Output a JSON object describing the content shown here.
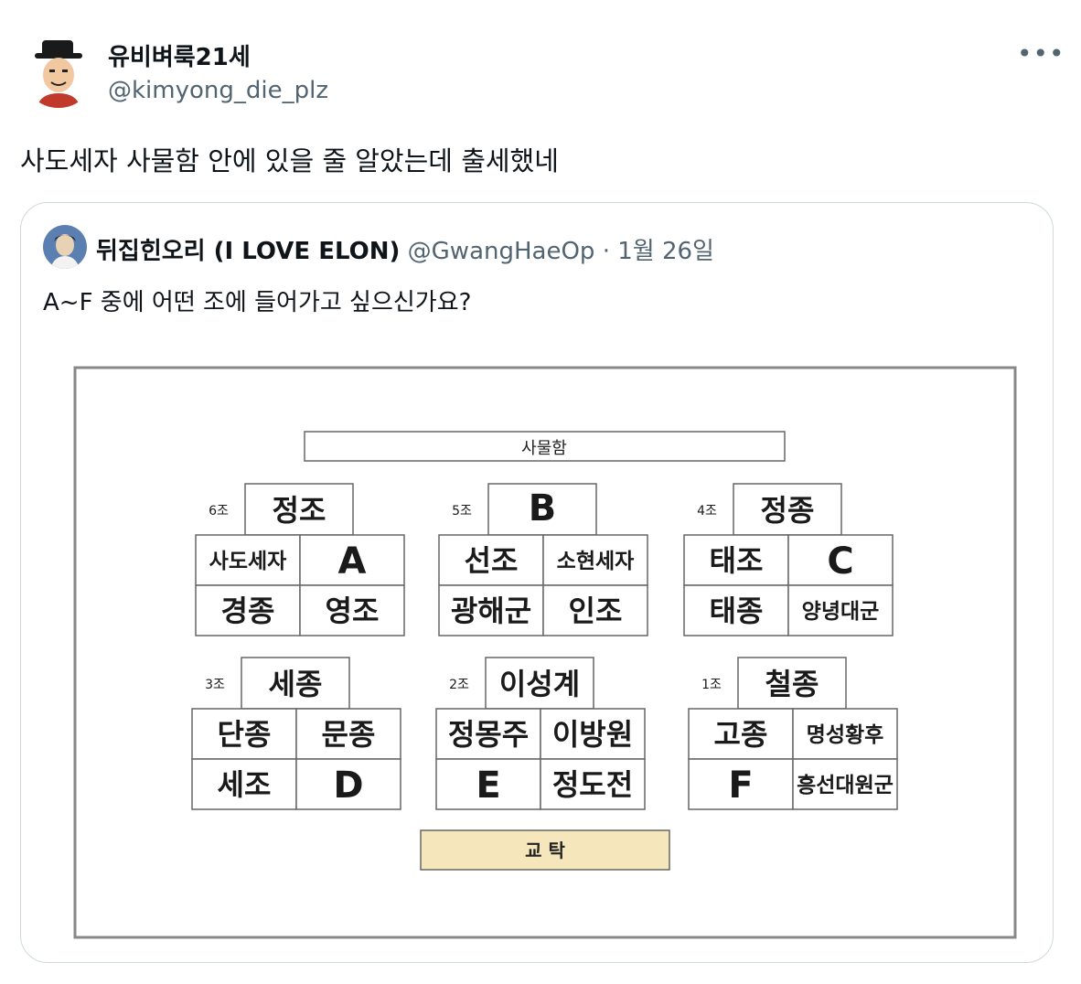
{
  "tweet": {
    "author": {
      "display_name": "유비벼룩21세",
      "handle": "@kimyong_die_plz"
    },
    "more_icon": "ellipsis-icon",
    "text": "사도세자 사물함 안에 있을 줄 알았는데 출세했네"
  },
  "quoted_tweet": {
    "author": {
      "display_name": "뒤집힌오리 (I LOVE ELON)",
      "handle": "@GwangHaeOp",
      "separator": "·",
      "date": "1월 26일"
    },
    "text": "A~F 중에 어떤 조에 들어가고 싶으신가요?",
    "image": {
      "locker": "사물함",
      "teacher_desk": "교 탁",
      "groups": [
        {
          "label": "6조",
          "leader": "정조",
          "members": [
            "사도세자",
            "A",
            "경종",
            "영조"
          ]
        },
        {
          "label": "5조",
          "leader": "B",
          "members": [
            "선조",
            "소현세자",
            "광해군",
            "인조"
          ]
        },
        {
          "label": "4조",
          "leader": "정종",
          "members": [
            "태조",
            "C",
            "태종",
            "양녕대군"
          ]
        },
        {
          "label": "3조",
          "leader": "세종",
          "members": [
            "단종",
            "문종",
            "세조",
            "D"
          ]
        },
        {
          "label": "2조",
          "leader": "이성계",
          "members": [
            "정몽주",
            "이방원",
            "E",
            "정도전"
          ]
        },
        {
          "label": "1조",
          "leader": "철종",
          "members": [
            "고종",
            "명성황후",
            "F",
            "흥선대원군"
          ]
        }
      ]
    }
  }
}
